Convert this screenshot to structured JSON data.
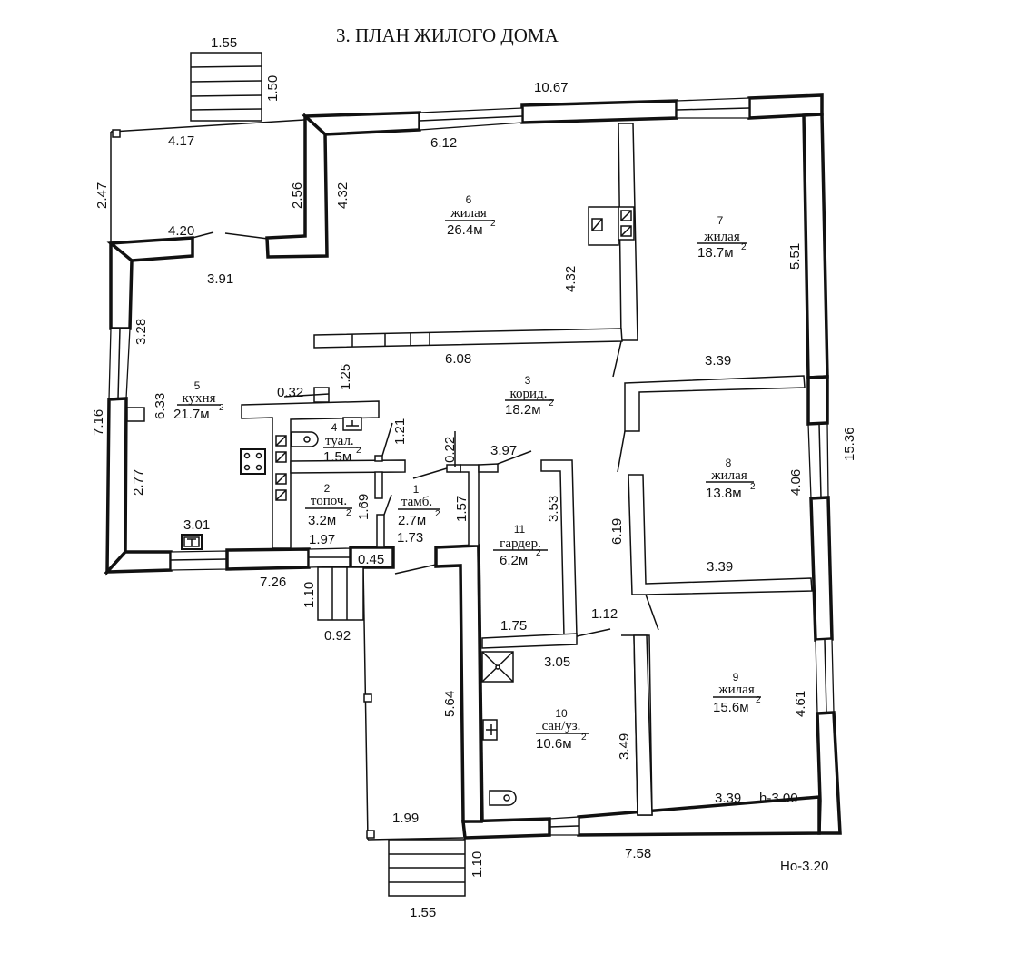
{
  "title": "3. ПЛАН ЖИЛОГО ДОМА",
  "rooms": [
    {
      "num": "1",
      "name": "тамб.",
      "area": "2.7м",
      "sup": "2"
    },
    {
      "num": "2",
      "name": "топоч.",
      "area": "3.2м",
      "sup": "2"
    },
    {
      "num": "3",
      "name": "корид.",
      "area": "18.2м",
      "sup": "2"
    },
    {
      "num": "4",
      "name": "туал.",
      "area": "1.5м",
      "sup": "2"
    },
    {
      "num": "5",
      "name": "кухня",
      "area": "21.7м",
      "sup": "2"
    },
    {
      "num": "6",
      "name": "жилая",
      "area": "26.4м",
      "sup": "2"
    },
    {
      "num": "7",
      "name": "жилая",
      "area": "18.7м",
      "sup": "2"
    },
    {
      "num": "8",
      "name": "жилая",
      "area": "13.8м",
      "sup": "2"
    },
    {
      "num": "9",
      "name": "жилая",
      "area": "15.6м",
      "sup": "2"
    },
    {
      "num": "10",
      "name": "сан/уз.",
      "area": "10.6м",
      "sup": "2"
    },
    {
      "num": "11",
      "name": "гардер.",
      "area": "6.2м",
      "sup": "2"
    }
  ],
  "dimensions": {
    "top_steps_width": "1.55",
    "top_steps_depth": "1.50",
    "overall_top": "10.67",
    "porch_top": "4.17",
    "porch_left": "2.47",
    "porch_bottom": "4.20",
    "porch_right": "2.56",
    "room6_left": "4.32",
    "room6_top": "6.12",
    "room6_right": "4.32",
    "kitchen_top": "3.91",
    "kitchen_upper_left": "3.28",
    "overall_left": "7.16",
    "kitchen_height": "6.33",
    "kitchen_lower_left": "2.77",
    "kitchen_bottom": "3.01",
    "corridor_wall": "6.08",
    "wc_offset": "0.32",
    "wc_height": "1.25",
    "wc_door": "1.21",
    "boiler_height": "1.69",
    "boiler_bottom": "1.97",
    "vestibule_bottom": "1.73",
    "vestibule_right": "1.57",
    "wall_022": "0.22",
    "corridor_397": "3.97",
    "wardrobe_right": "3.53",
    "wardrobe_bottom": "1.75",
    "door_112": "1.12",
    "bath_top": "3.05",
    "bath_right": "3.49",
    "hall_619": "6.19",
    "room7_right": "5.51",
    "room7_bottom": "3.39",
    "room8_top": "3.39",
    "room8_right": "4.06",
    "room8_bottom": "3.39",
    "room9_right": "4.61",
    "room9_bottom": "3.39",
    "ceiling_height": "h-3.00",
    "overall_right": "15.36",
    "overall_bottom_left": "7.26",
    "entry_045": "0.45",
    "side_steps_depth": "1.10",
    "side_steps_width": "0.92",
    "terrace_height": "5.64",
    "terrace_width": "1.99",
    "bottom_steps_depth": "1.10",
    "bottom_steps_width": "1.55",
    "overall_bottom": "7.58",
    "height_mark": "Ho-3.20"
  }
}
